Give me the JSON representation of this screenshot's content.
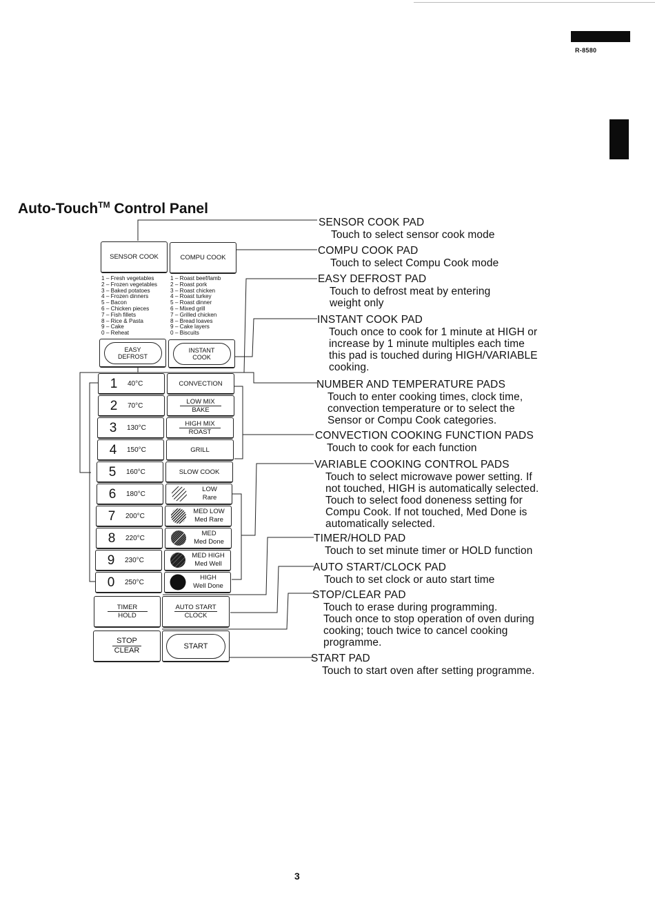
{
  "header": {
    "model_code": "R-8580"
  },
  "title": {
    "main": "Auto-Touch",
    "tm": "TM",
    "rest": "Control Panel"
  },
  "panel": {
    "sensor_cook_label": "SENSOR COOK",
    "compu_cook_label": "COMPU COOK",
    "sensor_list": [
      "1 – Fresh vegetables",
      "2 – Frozen vegetables",
      "3 – Baked potatoes",
      "4 – Frozen dinners",
      "5 – Bacon",
      "6 – Chicken pieces",
      "7 – Fish fillets",
      "8 – Rice & Pasta",
      "9 – Cake",
      "0 – Reheat"
    ],
    "compu_list": [
      "1 – Roast beef/lamb",
      "2 – Roast pork",
      "3 – Roast chicken",
      "4 – Roast turkey",
      "5 – Roast dinner",
      "6 – Mixed grill",
      "7 – Grilled chicken",
      "8 – Bread loaves",
      "9 – Cake layers",
      "0 – Biscuits"
    ],
    "easy_defrost": {
      "line1": "EASY",
      "line2": "DEFROST"
    },
    "instant_cook": {
      "line1": "INSTANT",
      "line2": "COOK"
    },
    "number_pads": [
      {
        "digit": "1",
        "temp": "40°C"
      },
      {
        "digit": "2",
        "temp": "70°C"
      },
      {
        "digit": "3",
        "temp": "130°C"
      },
      {
        "digit": "4",
        "temp": "150°C"
      },
      {
        "digit": "5",
        "temp": "160°C"
      },
      {
        "digit": "6",
        "temp": "180°C"
      },
      {
        "digit": "7",
        "temp": "200°C"
      },
      {
        "digit": "8",
        "temp": "220°C"
      },
      {
        "digit": "9",
        "temp": "230°C"
      },
      {
        "digit": "0",
        "temp": "250°C"
      }
    ],
    "convection": "CONVECTION",
    "low_mix": {
      "top": "LOW MIX",
      "bottom": "BAKE"
    },
    "high_mix": {
      "top": "HIGH MIX",
      "bottom": "ROAST"
    },
    "grill": "GRILL",
    "slow_cook": "SLOW COOK",
    "power_pads": [
      {
        "top": "LOW",
        "bottom": "Rare",
        "icon": "light-hatch-icon"
      },
      {
        "top": "MED LOW",
        "bottom": "Med Rare",
        "icon": "medium-hatch-icon"
      },
      {
        "top": "MED",
        "bottom": "Med Done",
        "icon": "dense-hatch-icon"
      },
      {
        "top": "MED HIGH",
        "bottom": "Med Well",
        "icon": "crosshatch-icon"
      },
      {
        "top": "HIGH",
        "bottom": "Well Done",
        "icon": "solid-dot-icon"
      }
    ],
    "timer_hold": {
      "top": "TIMER",
      "bottom": "HOLD"
    },
    "auto_start_clock": {
      "top": "AUTO START",
      "bottom": "CLOCK"
    },
    "stop_clear": {
      "top": "STOP",
      "bottom": "CLEAR"
    },
    "start": "START"
  },
  "callouts": [
    {
      "heading": "SENSOR COOK PAD",
      "desc": [
        "Touch to select sensor cook mode"
      ]
    },
    {
      "heading": "COMPU COOK PAD",
      "desc": [
        "Touch to select Compu Cook mode"
      ]
    },
    {
      "heading": "EASY DEFROST PAD",
      "desc": [
        "Touch to defrost meat by entering",
        "weight only"
      ]
    },
    {
      "heading": "INSTANT COOK PAD",
      "desc": [
        "Touch once to cook for 1 minute at HIGH or",
        "increase by 1 minute multiples each time",
        "this pad is touched during HIGH/VARIABLE",
        "cooking."
      ]
    },
    {
      "heading": "NUMBER AND TEMPERATURE PADS",
      "desc": [
        "Touch to enter cooking times, clock time,",
        "convection temperature or to select the",
        "Sensor or Compu Cook categories."
      ]
    },
    {
      "heading": "CONVECTION COOKING FUNCTION PADS",
      "desc": [
        "Touch to cook for each function"
      ]
    },
    {
      "heading": "VARIABLE COOKING CONTROL PADS",
      "desc": [
        "Touch to select microwave power setting. If",
        "not touched, HIGH is automatically selected.",
        "Touch to select food doneness setting for",
        "Compu Cook. If not touched, Med Done is",
        "automatically selected."
      ]
    },
    {
      "heading": "TIMER/HOLD PAD",
      "desc": [
        "Touch to set minute timer or HOLD function"
      ]
    },
    {
      "heading": "AUTO START/CLOCK PAD",
      "desc": [
        "Touch to set clock or auto start time"
      ]
    },
    {
      "heading": "STOP/CLEAR PAD",
      "desc": [
        "Touch to erase during programming.",
        "Touch once to stop operation of oven during",
        "cooking; touch twice to cancel cooking",
        "programme."
      ]
    },
    {
      "heading": "START PAD",
      "desc": [
        "Touch to start oven after setting programme."
      ]
    }
  ],
  "footer": {
    "page_number": "3"
  }
}
